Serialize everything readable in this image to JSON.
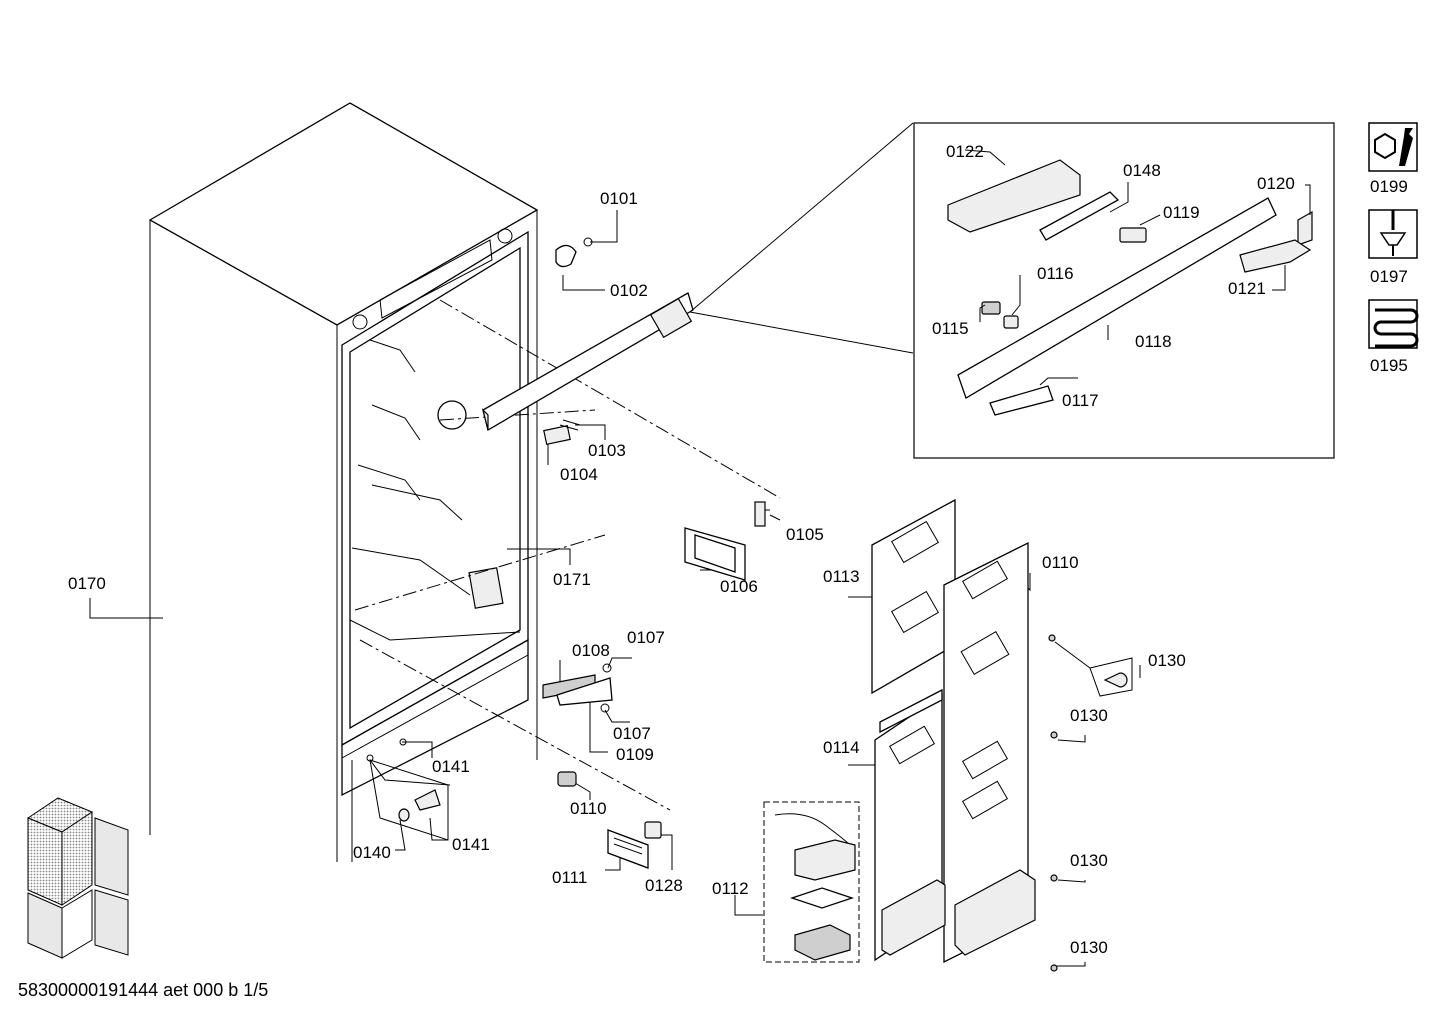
{
  "parts": {
    "p0101": "0101",
    "p0102": "0102",
    "p0103": "0103",
    "p0104": "0104",
    "p0105": "0105",
    "p0106": "0106",
    "p0107a": "0107",
    "p0107b": "0107",
    "p0108": "0108",
    "p0109": "0109",
    "p0110a": "0110",
    "p0110b": "0110",
    "p0111": "0111",
    "p0112": "0112",
    "p0113": "0113",
    "p0114": "0114",
    "p0115": "0115",
    "p0116": "0116",
    "p0117": "0117",
    "p0118": "0118",
    "p0119": "0119",
    "p0120": "0120",
    "p0121": "0121",
    "p0122": "0122",
    "p0128": "0128",
    "p0130a": "0130",
    "p0130b": "0130",
    "p0130c": "0130",
    "p0130d": "0130",
    "p0140": "0140",
    "p0141a": "0141",
    "p0141b": "0141",
    "p0148": "0148",
    "p0170": "0170",
    "p0171": "0171"
  },
  "legend": {
    "tools": "0199",
    "screwdriver": "0197",
    "heater": "0195"
  },
  "footer": "58300000191444 aet 000 b 1/5"
}
